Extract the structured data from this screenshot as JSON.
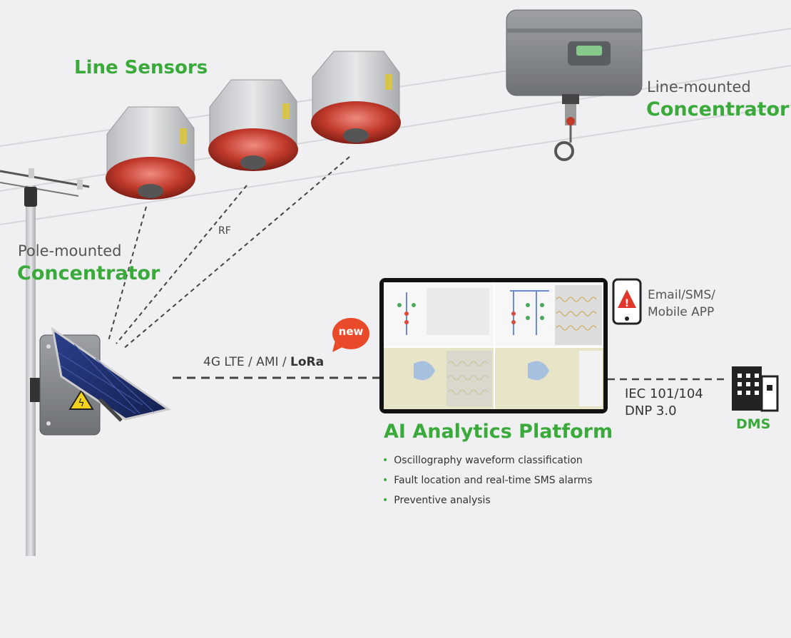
{
  "labels": {
    "line_sensors": "Line Sensors",
    "line_mounted_1": "Line-mounted",
    "line_mounted_2": "Concentrator",
    "pole_mounted_1": "Pole-mounted",
    "pole_mounted_2": "Concentrator",
    "rf": "RF",
    "comm_main": "4G LTE / AMI / ",
    "comm_bold": "LoRa",
    "new_badge": "new",
    "email": "Email/SMS/",
    "mobile_app": "Mobile APP",
    "iec": "IEC 101/104",
    "dnp": "DNP 3.0",
    "dms": "DMS",
    "platform_title": "AI Analytics Platform"
  },
  "features": [
    "Oscillography waveform classification",
    "Fault location and real-time SMS alarms",
    "Preventive analysis"
  ],
  "colors": {
    "accent_green": "#3aaa3a",
    "badge_red": "#e84a2a",
    "sensor_red": "#c0392b",
    "device_gray": "#8d8f93"
  },
  "icons": [
    "warning-icon",
    "building-icon",
    "smartphone-icon",
    "hook-icon",
    "high-voltage-icon"
  ]
}
